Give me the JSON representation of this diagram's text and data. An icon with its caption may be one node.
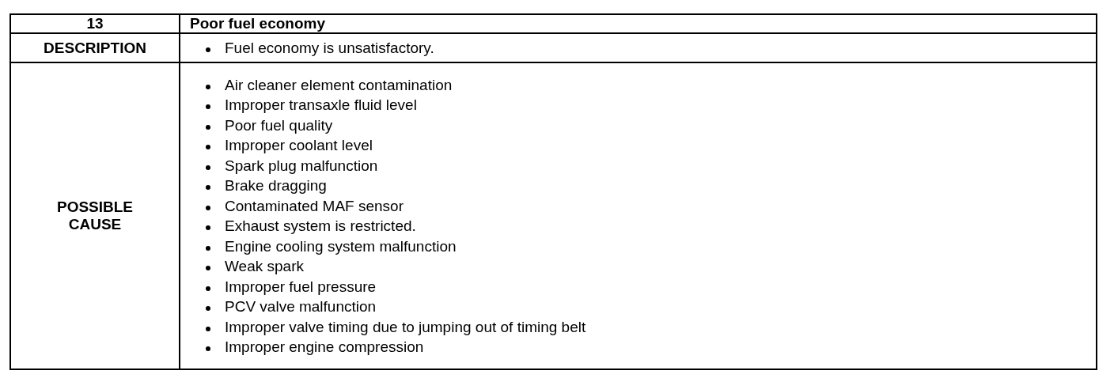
{
  "diagram": {
    "labels": [
      "13",
      "Poor fuel economy",
      "DESCRIPTION",
      "Fuel economy is unsatisfactory.",
      "POSSIBLE CAUSE",
      "Air cleaner element contamination",
      "Improper transaxle fluid level",
      "Poor fuel quality",
      "Improper coolant level",
      "Spark plug malfunction",
      "Brake dragging",
      "Contaminated MAF sensor",
      "Exhaust system is restricted.",
      "Engine cooling system malfunction",
      "Weak spark",
      "Improper fuel pressure",
      "PCV valve malfunction",
      "Improper valve timing due to jumping out of timing belt",
      "Improper engine compression"
    ]
  }
}
